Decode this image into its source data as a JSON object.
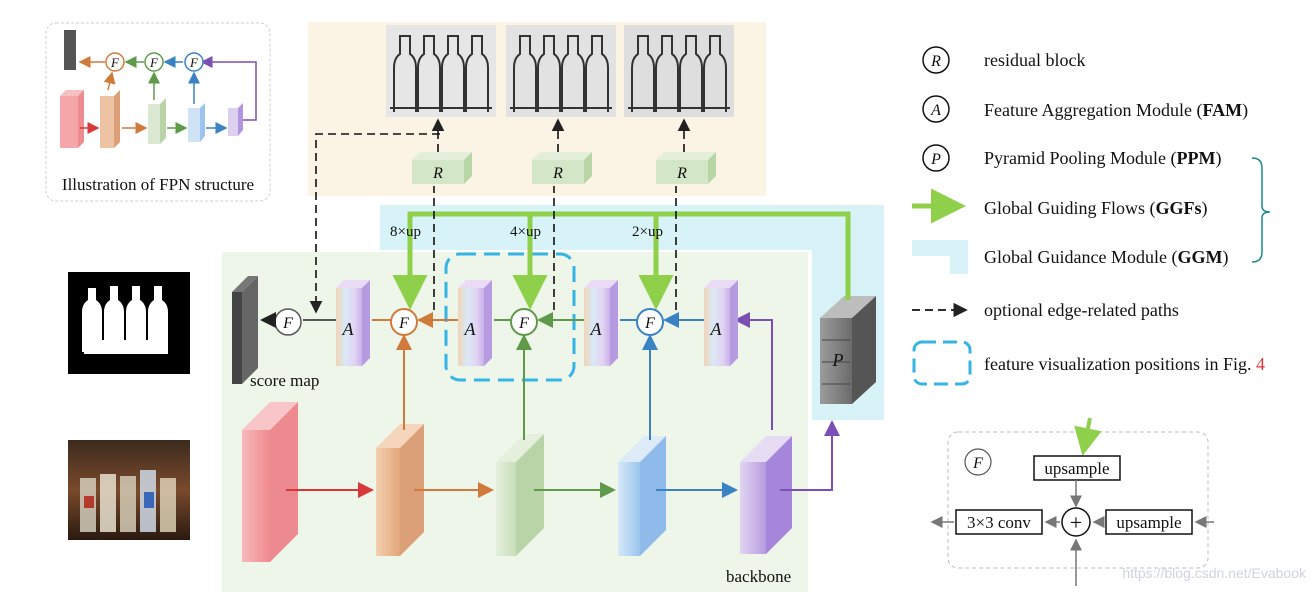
{
  "fpn_inset": {
    "caption": "Illustration of FPN structure",
    "node_symbol": "F"
  },
  "symbols": {
    "residual": "R",
    "fam": "A",
    "ppm": "P",
    "fuse": "F"
  },
  "labels": {
    "score_map": "score map",
    "backbone": "backbone",
    "up8": "8×up",
    "up4": "4×up",
    "up2": "2×up"
  },
  "legend": {
    "residual": {
      "symbol": "R",
      "text": "residual block"
    },
    "fam": {
      "symbol": "A",
      "text": "Feature Aggregation Module (",
      "bold": "FAM",
      "close": ")"
    },
    "ppm": {
      "symbol": "P",
      "text": "Pyramid Pooling Module (",
      "bold": "PPM",
      "close": ")"
    },
    "ggf": {
      "text": "Global Guiding Flows (",
      "bold": "GGFs",
      "close": ")"
    },
    "ggm": {
      "text": "Global Guidance Module (",
      "bold": "GGM",
      "close": ")"
    },
    "edge": {
      "text": "optional edge-related paths"
    },
    "vis": {
      "text": "feature visualization positions in Fig. ",
      "ref": "4"
    }
  },
  "fusion_box": {
    "symbol": "F",
    "upsample_top": "upsample",
    "upsample_right": "upsample",
    "conv": "3×3 conv",
    "plus": "+"
  },
  "watermark": "https://blog.csdn.net/Evabook",
  "colors": {
    "red": "#d9383a",
    "orange": "#d07a3c",
    "green": "#5f9a4a",
    "blue": "#3a82c4",
    "purple": "#7b4fb5",
    "guide_green": "#8ed04a",
    "ggm_cyan": "#d8f3f8",
    "edge_box_bg": "#fbf4e4",
    "main_bg": "#eef6ea"
  }
}
